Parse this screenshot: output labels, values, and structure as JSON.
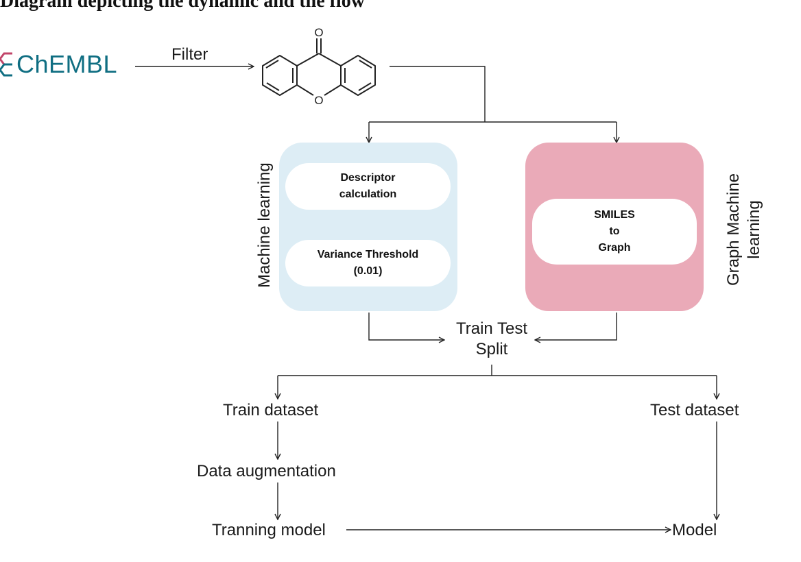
{
  "header": {
    "title": "Diagram depicting the dynamic and the flow"
  },
  "logo": {
    "text": "ChEMBL",
    "color": "#0f6e82"
  },
  "flow": {
    "filter_label": "Filter",
    "molecule_atoms": {
      "top_oxygen": "O",
      "ring_oxygen": "O"
    },
    "ml_panel": {
      "side_label": "Machine learning",
      "step1_line1": "Descriptor",
      "step1_line2": "calculation",
      "step2_line1": "Variance Threshold",
      "step2_line2": "(0.01)",
      "color": "#ddedf5"
    },
    "gml_panel": {
      "side_label_line1": "Graph Machine",
      "side_label_line2": "learning",
      "step_line1": "SMILES",
      "step_line2": "to",
      "step_line3": "Graph",
      "color": "#eaaab8"
    },
    "split_line1": "Train Test",
    "split_line2": "Split",
    "train_dataset": "Train dataset",
    "test_dataset": "Test dataset",
    "augmentation": "Data augmentation",
    "training_model": "Tranning model",
    "model": "Model"
  }
}
